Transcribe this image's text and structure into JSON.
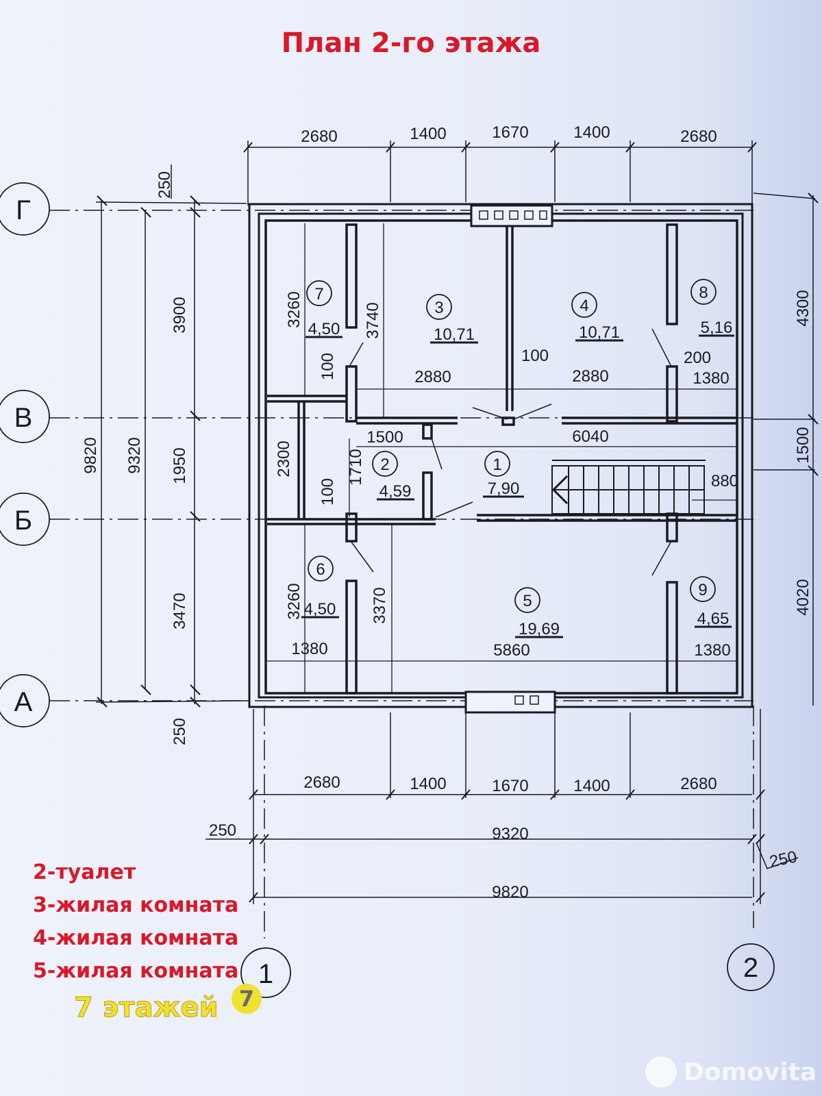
{
  "title": "План 2-го этажа",
  "dimensions": {
    "top": [
      "2680",
      "1400",
      "1670",
      "1400",
      "2680"
    ],
    "bottom": [
      "2680",
      "1400",
      "1670",
      "1400",
      "2680"
    ],
    "bottom_total_inner": "9320",
    "bottom_total_outer": "9820",
    "bottom_offset_left": "250",
    "bottom_offset_right": "250",
    "left_offset_top": "250",
    "left_offset_bottom": "250",
    "left_outer": "9820",
    "left_inner": "9320",
    "left_segments": [
      "3900",
      "1950",
      "3470"
    ],
    "right_segments": [
      "4300",
      "1500",
      "4020"
    ],
    "interior": {
      "r7_height": "3260",
      "r3_height": "3740",
      "wall_100_a": "100",
      "r3_width": "2880",
      "wall_100_b": "100",
      "r4_width": "2880",
      "wall_200": "200",
      "r8_width": "1380",
      "corridor_2300": "2300",
      "wc_width": "1500",
      "wc_height": "1710",
      "wall_100_c": "100",
      "hall_length": "6040",
      "stair_880": "880",
      "r6_height": "3260",
      "r5_depth": "3370",
      "r6_width": "1380",
      "r5_width": "5860",
      "r9_width": "1380"
    }
  },
  "axes": {
    "rows": [
      "Г",
      "В",
      "Б",
      "А"
    ],
    "columns": [
      "1",
      "2"
    ]
  },
  "rooms": [
    {
      "id": "1",
      "area": "7,90"
    },
    {
      "id": "2",
      "area": "4,59"
    },
    {
      "id": "3",
      "area": "10,71"
    },
    {
      "id": "4",
      "area": "10,71"
    },
    {
      "id": "5",
      "area": "19,69"
    },
    {
      "id": "6",
      "area": "4,50"
    },
    {
      "id": "7",
      "area": "4,50"
    },
    {
      "id": "8",
      "area": "5,16"
    },
    {
      "id": "9",
      "area": "4,65"
    }
  ],
  "legend": [
    "2-туалет",
    "3-жилая комната",
    "4-жилая комната",
    "5-жилая комната"
  ],
  "floors_label": "7 этажей",
  "floors_badge": "7",
  "watermark": "Domovita",
  "colors": {
    "title": "#d8192a",
    "legend": "#d8192a",
    "floors": "#f0e030",
    "lines": "#1a1a22"
  }
}
